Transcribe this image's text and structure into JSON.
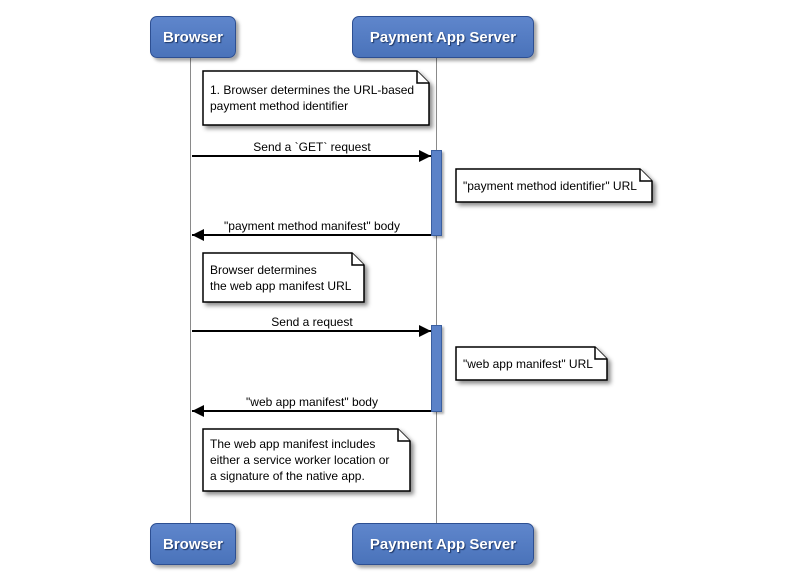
{
  "actors": {
    "browser": "Browser",
    "server": "Payment App Server"
  },
  "messages": [
    {
      "label": "Send a `GET` request",
      "direction": "right"
    },
    {
      "label": "\"payment method manifest\" body",
      "direction": "left"
    },
    {
      "label": "Send a request",
      "direction": "right"
    },
    {
      "label": "\"web app manifest\" body",
      "direction": "left"
    }
  ],
  "notes": [
    {
      "text": "1. Browser determines the URL-based\npayment method identifier"
    },
    {
      "text": "\"payment method identifier\" URL"
    },
    {
      "text": "Browser determines\nthe web app manifest URL"
    },
    {
      "text": "\"web app manifest\" URL"
    },
    {
      "text": "The web app manifest includes\neither a service worker location or\na signature of the native app."
    }
  ],
  "colors": {
    "actor_fill": "#4a73ba",
    "actor_fill_light": "#5f86cc",
    "actor_border": "#2d4f92",
    "activation_fill": "#5b82c8",
    "activation_border": "#3a5fa0",
    "lifeline": "#8a8a8a"
  }
}
